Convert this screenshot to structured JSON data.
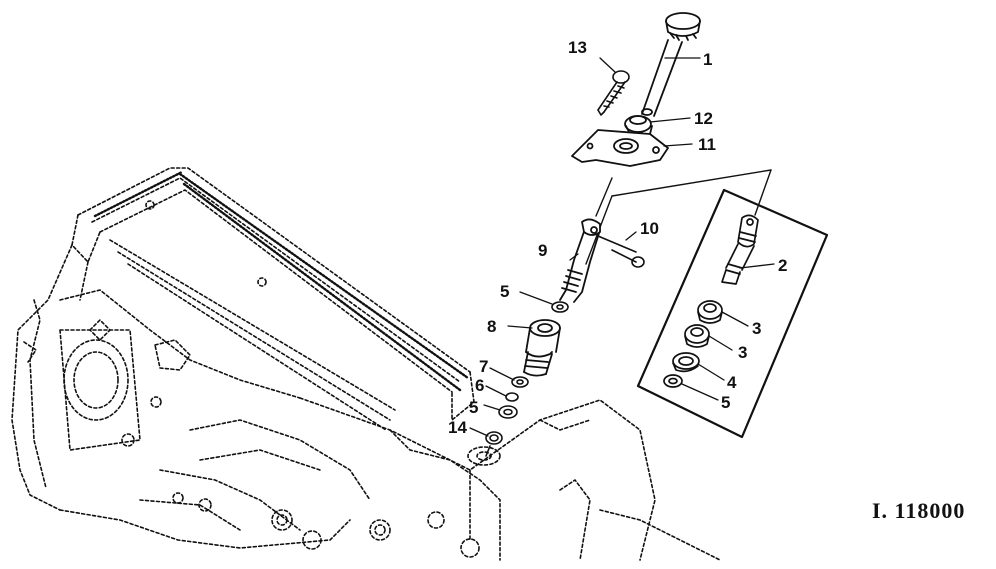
{
  "figure_id": "I. 118000",
  "callouts": [
    "1",
    "2",
    "3",
    "3",
    "4",
    "5",
    "5",
    "5",
    "6",
    "7",
    "8",
    "9",
    "10",
    "11",
    "12",
    "13",
    "14"
  ],
  "colors": {
    "ink": "#111111",
    "background": "#ffffff"
  }
}
